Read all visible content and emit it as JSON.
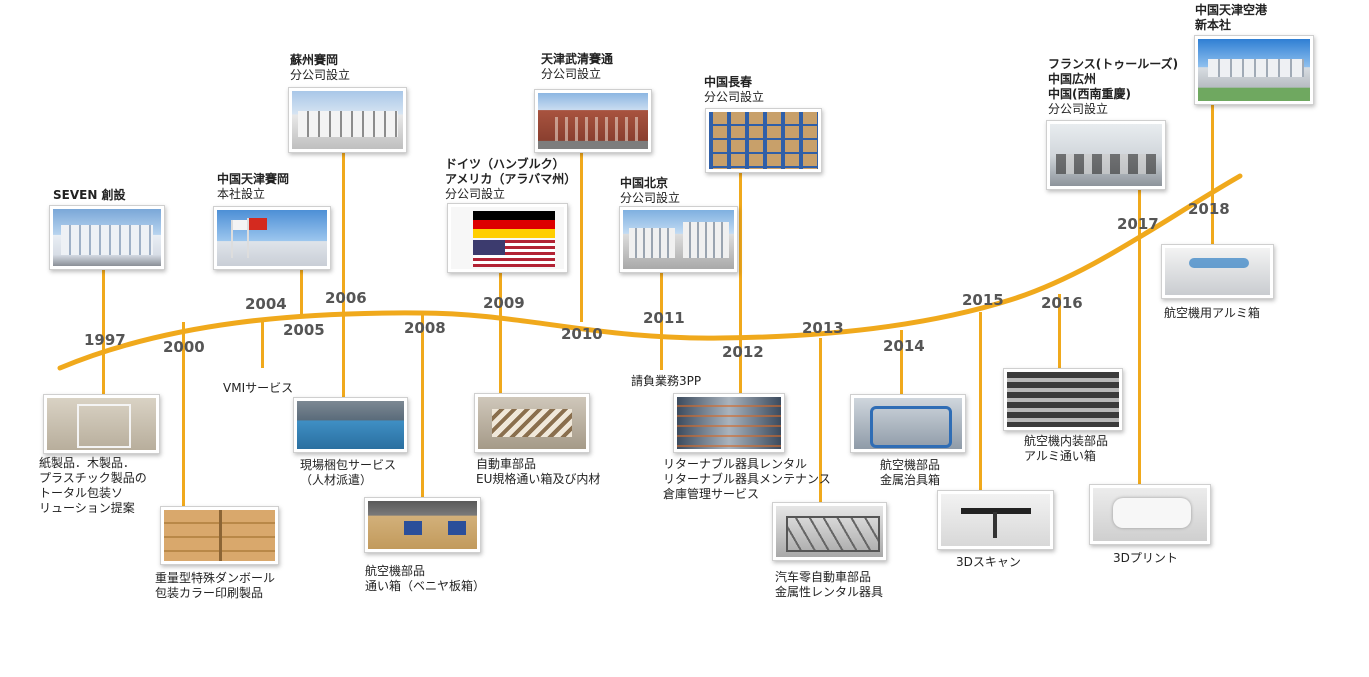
{
  "colors": {
    "timeline": "#f0a91c",
    "year_text": "#555555",
    "label_text": "#222222"
  },
  "years": [
    "1997",
    "2000",
    "2004",
    "2005",
    "2006",
    "2008",
    "2009",
    "2010",
    "2011",
    "2012",
    "2013",
    "2014",
    "2015",
    "2016",
    "2017",
    "2018"
  ],
  "events_top": {
    "e1997": {
      "title": "SEVEN 創設",
      "sub": ""
    },
    "e2004": {
      "title": "中国天津賽岡",
      "sub": "本社設立"
    },
    "e2006": {
      "title": "蘇州賽岡",
      "sub": "分公司設立"
    },
    "e2009": {
      "title1": "ドイツ（ハンブルク）",
      "title2": "アメリカ（アラバマ州）",
      "sub": "分公司設立"
    },
    "e2010": {
      "title": "天津武清賽通",
      "sub": "分公司設立"
    },
    "e2011": {
      "title": "中国北京",
      "sub": "分公司設立"
    },
    "e2012": {
      "title": "中国長春",
      "sub": "分公司設立"
    },
    "e2017": {
      "title1": "フランス(トゥールーズ)",
      "title2": "中国広州",
      "title3": "中国(西南重慶)",
      "sub": "分公司設立"
    },
    "e2018": {
      "title1": "中国天津空港",
      "title2": "新本社"
    }
  },
  "events_bottom": {
    "b1997": [
      "紙製品．木製品．",
      "プラスチック製品の",
      "トータル包装ソ",
      "リューション提案"
    ],
    "b2000": [
      "重量型特殊ダンボール",
      "包装カラー印刷製品"
    ],
    "b2005": [
      "VMIサービス"
    ],
    "b2006": [
      "現場梱包サービス",
      "（人材派遣）"
    ],
    "b2008": [
      "航空機部品",
      "通い箱（ベニヤ板箱）"
    ],
    "b2009": [
      "自動車部品",
      "EU規格通い箱及び内材"
    ],
    "b2011": [
      "請負業務3PP"
    ],
    "b2012": [
      "リターナブル器具レンタル",
      "リターナブル器具メンテナンス",
      "倉庫管理サービス"
    ],
    "b2013": [
      "汽车零自動車部品",
      "金属性レンタル器具"
    ],
    "b2014": [
      "航空機部品",
      "金属治具箱"
    ],
    "b2015": [
      "3Dスキャン"
    ],
    "b2016": [
      "航空機内装部品",
      "アルミ通い箱"
    ],
    "b2017": [
      "3Dプリント"
    ],
    "b2018": [
      "航空機用アルミ箱"
    ]
  },
  "flags": {
    "germany": [
      "#000000",
      "#dd0000",
      "#ffce00"
    ],
    "usa": [
      "#b22234",
      "#ffffff",
      "#3c3b6e"
    ]
  }
}
